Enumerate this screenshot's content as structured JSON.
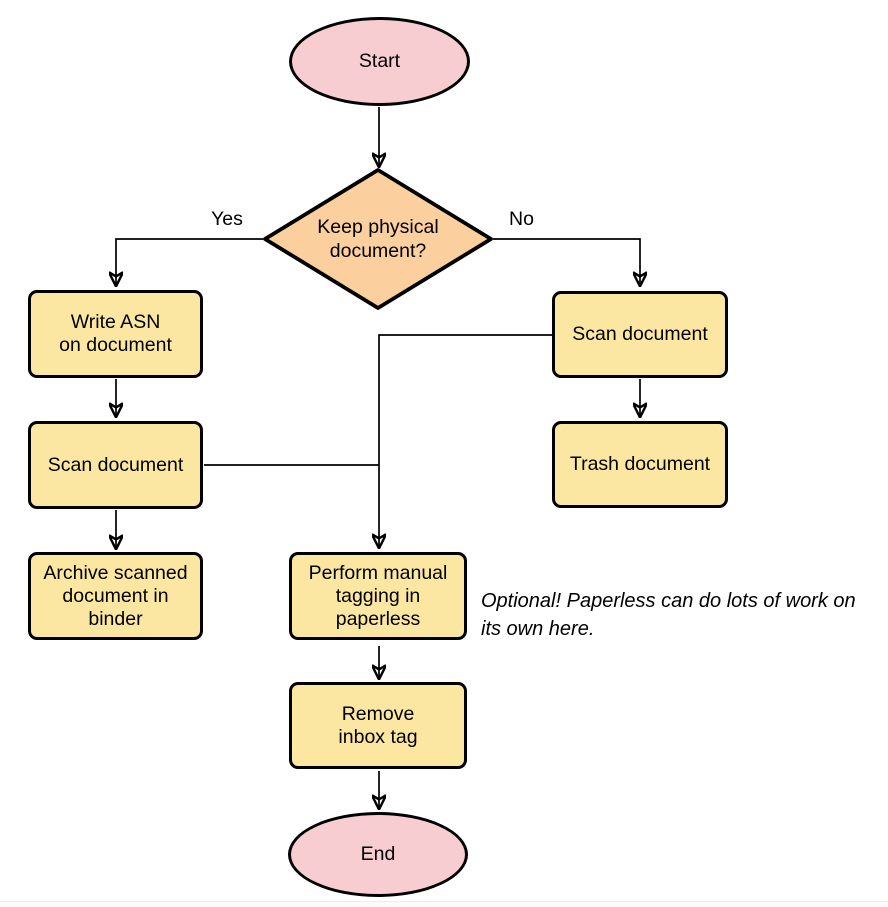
{
  "diagram": {
    "nodes": {
      "start": {
        "label": "Start",
        "type": "terminal"
      },
      "decision": {
        "label": "Keep physical\ndocument?",
        "type": "decision"
      },
      "write_asn": {
        "label": "Write ASN\non document",
        "type": "process"
      },
      "scan_left": {
        "label": "Scan document",
        "type": "process"
      },
      "archive": {
        "label": "Archive scanned\ndocument in\nbinder",
        "type": "process"
      },
      "scan_right": {
        "label": "Scan document",
        "type": "process"
      },
      "trash": {
        "label": "Trash document",
        "type": "process"
      },
      "tagging": {
        "label": "Perform manual\ntagging in\npaperless",
        "type": "process"
      },
      "remove_inbox": {
        "label": "Remove\ninbox tag",
        "type": "process"
      },
      "end": {
        "label": "End",
        "type": "terminal"
      }
    },
    "edge_labels": {
      "yes": "Yes",
      "no": "No"
    },
    "annotation": "Optional! Paperless can do lots of work on\nits own here.",
    "colors": {
      "terminal_fill": "#f8cdd2",
      "decision_fill": "#fbcf9e",
      "process_fill": "#fce7a2",
      "stroke": "#000000",
      "edge": "#000000"
    }
  }
}
